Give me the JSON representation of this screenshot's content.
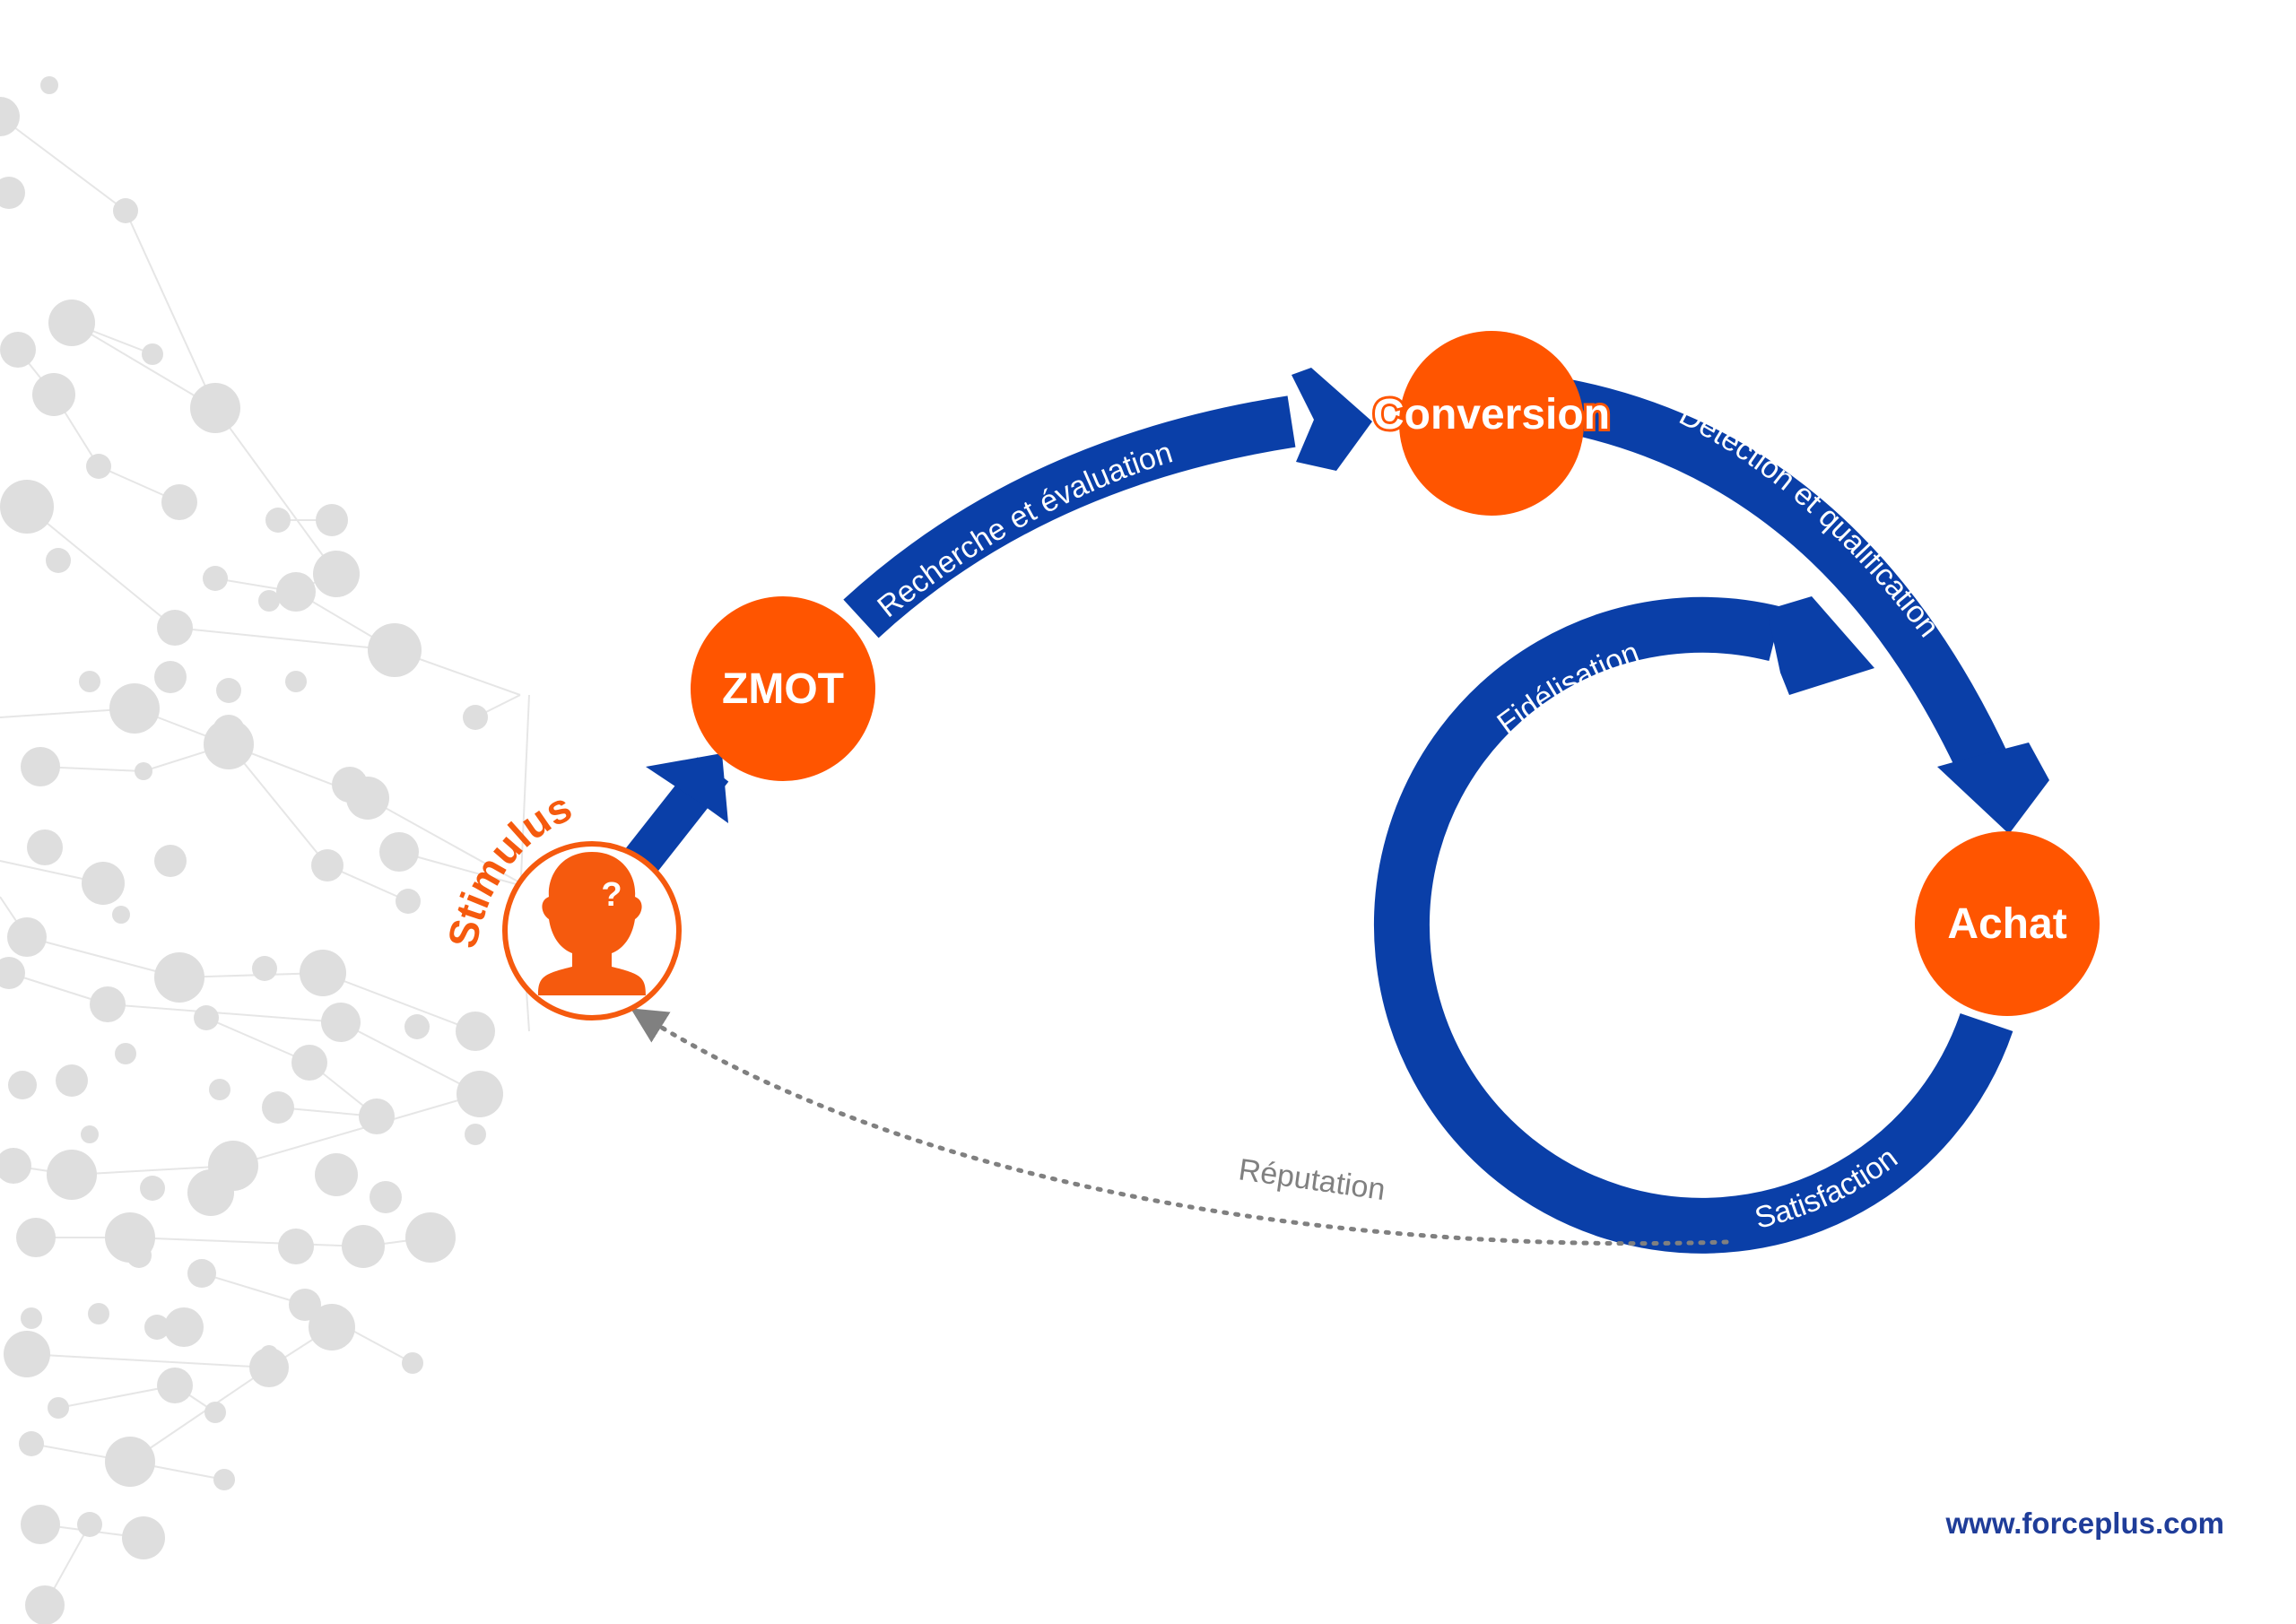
{
  "colors": {
    "blue": "#0a3fa8",
    "orange": "#ff5500",
    "stimulus_orange": "#f55a0e",
    "dot_gray": "#dedede",
    "line_gray": "#e6e6e6",
    "reputation_gray": "#808080",
    "website_blue": "#1f3d99"
  },
  "nodes": {
    "zmot": "ZMOT",
    "conversion": "Conversion",
    "achat": "Achat",
    "stimulus": "Stimulus",
    "question_mark": "?"
  },
  "paths": {
    "recherche": "Recherche et évaluation",
    "detection": "Détection et qualification",
    "fidelisation": "Fidélisation",
    "satisfaction": "Satisfaction",
    "reputation": "Réputation"
  },
  "icons": {
    "stimulus": "person-question-icon",
    "background": "network-dots-decoration"
  },
  "footer": {
    "website": "www.forceplus.com"
  }
}
